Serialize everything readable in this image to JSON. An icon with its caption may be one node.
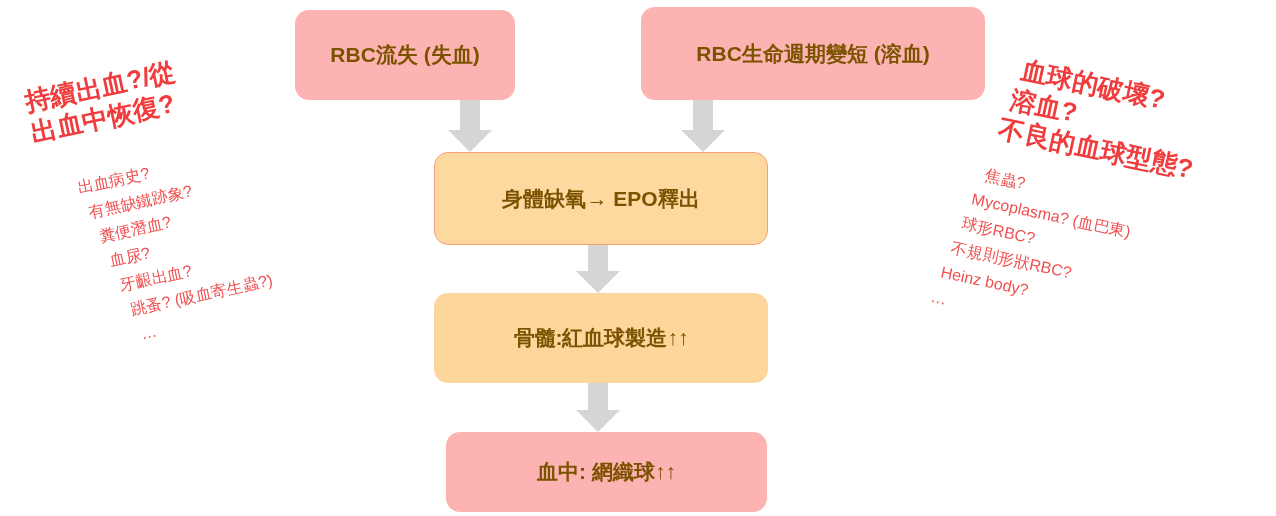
{
  "diagram": {
    "nodes": [
      {
        "text": [
          "RBC流失 (失血)"
        ]
      },
      {
        "text": [
          "RBC生命週期變短 (溶血)"
        ]
      },
      {
        "text": [
          "身體缺氧→ EPO釋出"
        ]
      },
      {
        "text": [
          "骨髓:紅血球製造↑↑"
        ]
      },
      {
        "text": [
          "血中: 網織球↑↑"
        ]
      }
    ],
    "edges": [
      {
        "from": 0,
        "to": 2,
        "arrow": "to"
      },
      {
        "from": 1,
        "to": 2,
        "arrow": "to"
      },
      {
        "from": 2,
        "to": 3,
        "arrow": "to"
      },
      {
        "from": 3,
        "to": 4,
        "arrow": "to"
      }
    ],
    "labels": [
      "持續出血?/從出血中恢復?",
      "出血病史?",
      "有無缺鐵跡象?",
      "糞便潛血?",
      "血尿?",
      "牙齦出血?",
      "跳蚤? (吸血寄生蟲?)",
      "…",
      "血球的破壞?",
      "溶血?",
      "不良的血球型態?",
      "焦蟲?",
      "Mycoplasma? (血巴東)",
      "球形RBC?",
      "不規則形狀RBC?",
      "Heinz body?",
      "…"
    ]
  }
}
